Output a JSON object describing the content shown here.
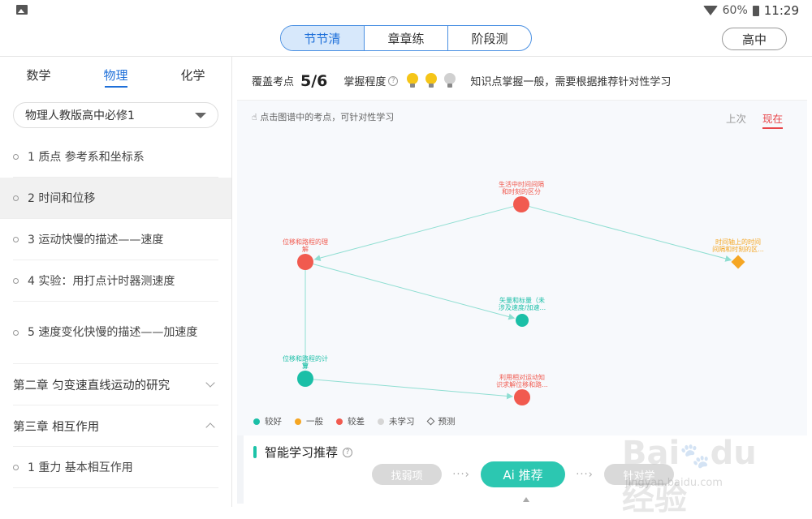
{
  "status_bar": {
    "battery": "60%",
    "time": "11:29"
  },
  "header": {
    "tabs": [
      {
        "label": "节节清",
        "active": true
      },
      {
        "label": "章章练",
        "active": false
      },
      {
        "label": "阶段测",
        "active": false
      }
    ],
    "grade": "高中"
  },
  "sidebar": {
    "subjects": [
      {
        "label": "数学",
        "active": false
      },
      {
        "label": "物理",
        "active": true
      },
      {
        "label": "化学",
        "active": false
      }
    ],
    "book": "物理人教版高中必修1",
    "items": [
      {
        "label": "1 质点 参考系和坐标系",
        "type": "sub"
      },
      {
        "label": "2 时间和位移",
        "type": "sub",
        "highlighted": true
      },
      {
        "label": "3 运动快慢的描述——速度",
        "type": "sub"
      },
      {
        "label": "4 实验：用打点计时器测速度",
        "type": "sub"
      },
      {
        "label": "5 速度变化快慢的描述——加速度",
        "type": "sub"
      },
      {
        "label": "第二章 匀变速直线运动的研究",
        "type": "chapter",
        "expanded": false
      },
      {
        "label": "第三章 相互作用",
        "type": "chapter",
        "expanded": true
      },
      {
        "label": "1 重力 基本相互作用",
        "type": "sub"
      }
    ]
  },
  "summary": {
    "coverage_label": "覆盖考点",
    "coverage_value": "5/6",
    "mastery_label": "掌握程度",
    "bulbs": [
      "lit",
      "lit",
      "unlit"
    ],
    "message": "知识点掌握一般，需要根据推荐针对性学习"
  },
  "map": {
    "hint": "点击图谱中的考点，可针对性学习",
    "toggle": {
      "previous": "上次",
      "current": "现在"
    },
    "nodes": [
      {
        "id": "n1",
        "lines": [
          "生活中时间间隔",
          "和时刻的区分"
        ],
        "status": "poor",
        "shape": "circle"
      },
      {
        "id": "n2",
        "lines": [
          "位移和路程的理",
          "解"
        ],
        "status": "poor",
        "shape": "circle"
      },
      {
        "id": "n3",
        "lines": [
          "时间轴上的时间",
          "间隔和时刻的区..."
        ],
        "status": "average",
        "shape": "diamond"
      },
      {
        "id": "n4",
        "lines": [
          "矢量和标量（未",
          "涉及速度/加速..."
        ],
        "status": "good",
        "shape": "circle"
      },
      {
        "id": "n5",
        "lines": [
          "位移和路程的计",
          "算"
        ],
        "status": "good",
        "shape": "circle"
      },
      {
        "id": "n6",
        "lines": [
          "利用相对运动知",
          "识求解位移和路..."
        ],
        "status": "poor",
        "shape": "circle"
      }
    ],
    "edges": [
      [
        "n1",
        "n2"
      ],
      [
        "n1",
        "n3"
      ],
      [
        "n2",
        "n4"
      ],
      [
        "n2",
        "n5"
      ],
      [
        "n5",
        "n6"
      ]
    ],
    "colors": {
      "good": "#1bbfa7",
      "average": "#f5a623",
      "poor": "#f15a4f",
      "unlearned": "#d6d6d6",
      "edge": "#8fded2"
    },
    "legend": [
      {
        "label": "较好",
        "status": "good"
      },
      {
        "label": "一般",
        "status": "average"
      },
      {
        "label": "较差",
        "status": "poor"
      },
      {
        "label": "未学习",
        "status": "unlearned"
      },
      {
        "label": "预测",
        "status": "predict"
      }
    ]
  },
  "recommend": {
    "title": "智能学习推荐",
    "steps": [
      "找弱项",
      "Ai 推荐",
      "针对学"
    ]
  },
  "watermark": {
    "text": "Baidu经验",
    "sub": "jingyan.baidu.com"
  }
}
